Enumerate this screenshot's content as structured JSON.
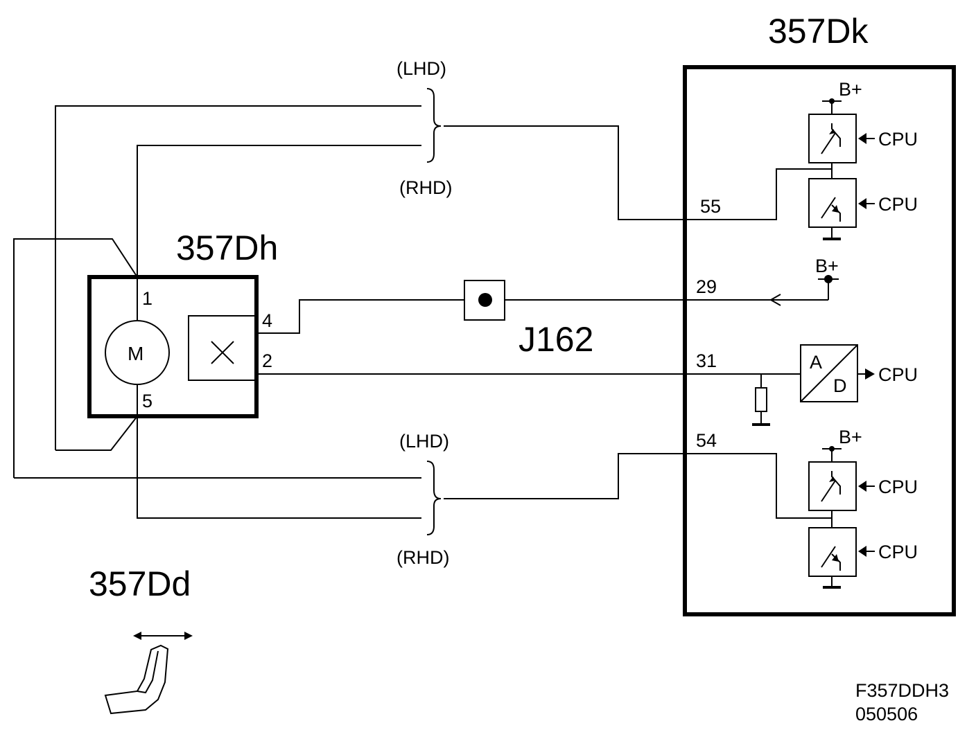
{
  "components": {
    "control_unit": "357Dk",
    "motor_unit": "357Dh",
    "seat": "357Dd",
    "connector": "J162"
  },
  "labels": {
    "lhd": "(LHD)",
    "rhd": "(RHD)",
    "b_plus": "B+",
    "cpu": "CPU",
    "motor": "M",
    "ad_a": "A",
    "ad_d": "D"
  },
  "pins": {
    "p1": "1",
    "p2": "2",
    "p4": "4",
    "p5": "5",
    "p29": "29",
    "p31": "31",
    "p54": "54",
    "p55": "55"
  },
  "footer": {
    "code": "F357DDH3",
    "date": "050506"
  }
}
